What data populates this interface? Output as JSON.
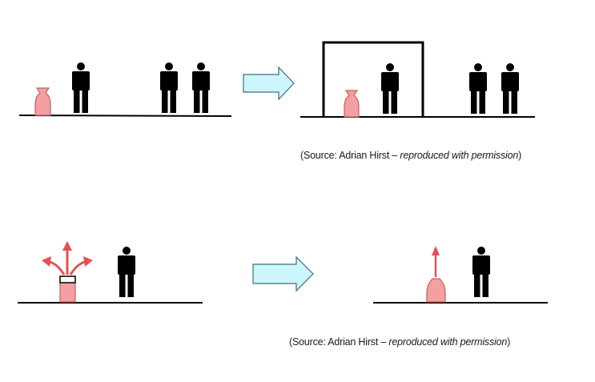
{
  "colors": {
    "ground": "#000000",
    "person": "#000000",
    "hazard_fill": "#f4a0a0",
    "hazard_stroke": "#c06060",
    "emission_arrow": "#e85050",
    "transition_arrow_fill": "#ccf6fb",
    "transition_arrow_stroke": "#3c6e80"
  },
  "icons": {
    "person": "person-icon",
    "hazard": "hazard-source-icon",
    "transition": "transition-arrow-icon"
  },
  "caption_top": {
    "prefix": "(Source: Adrian Hirst – ",
    "italic": "reproduced with permission",
    "suffix": ")"
  },
  "caption_bottom": {
    "prefix": "(Source: Adrian Hirst – ",
    "italic": "reproduced with permission",
    "suffix": ")"
  }
}
